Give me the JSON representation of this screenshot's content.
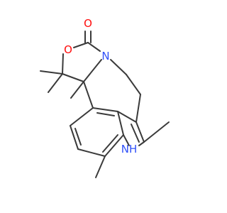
{
  "molecule": {
    "atoms": [
      {
        "id": "carbonyl-oxygen",
        "text": "O",
        "color": "#ff0d0d"
      },
      {
        "id": "ring-oxygen",
        "text": "O",
        "color": "#ff0d0d"
      },
      {
        "id": "nitrogen",
        "text": "N",
        "color": "#3050f8"
      },
      {
        "id": "indole-nh",
        "text": "NH",
        "color": "#3050f8"
      }
    ],
    "bond_color": "#3a3a3a"
  }
}
